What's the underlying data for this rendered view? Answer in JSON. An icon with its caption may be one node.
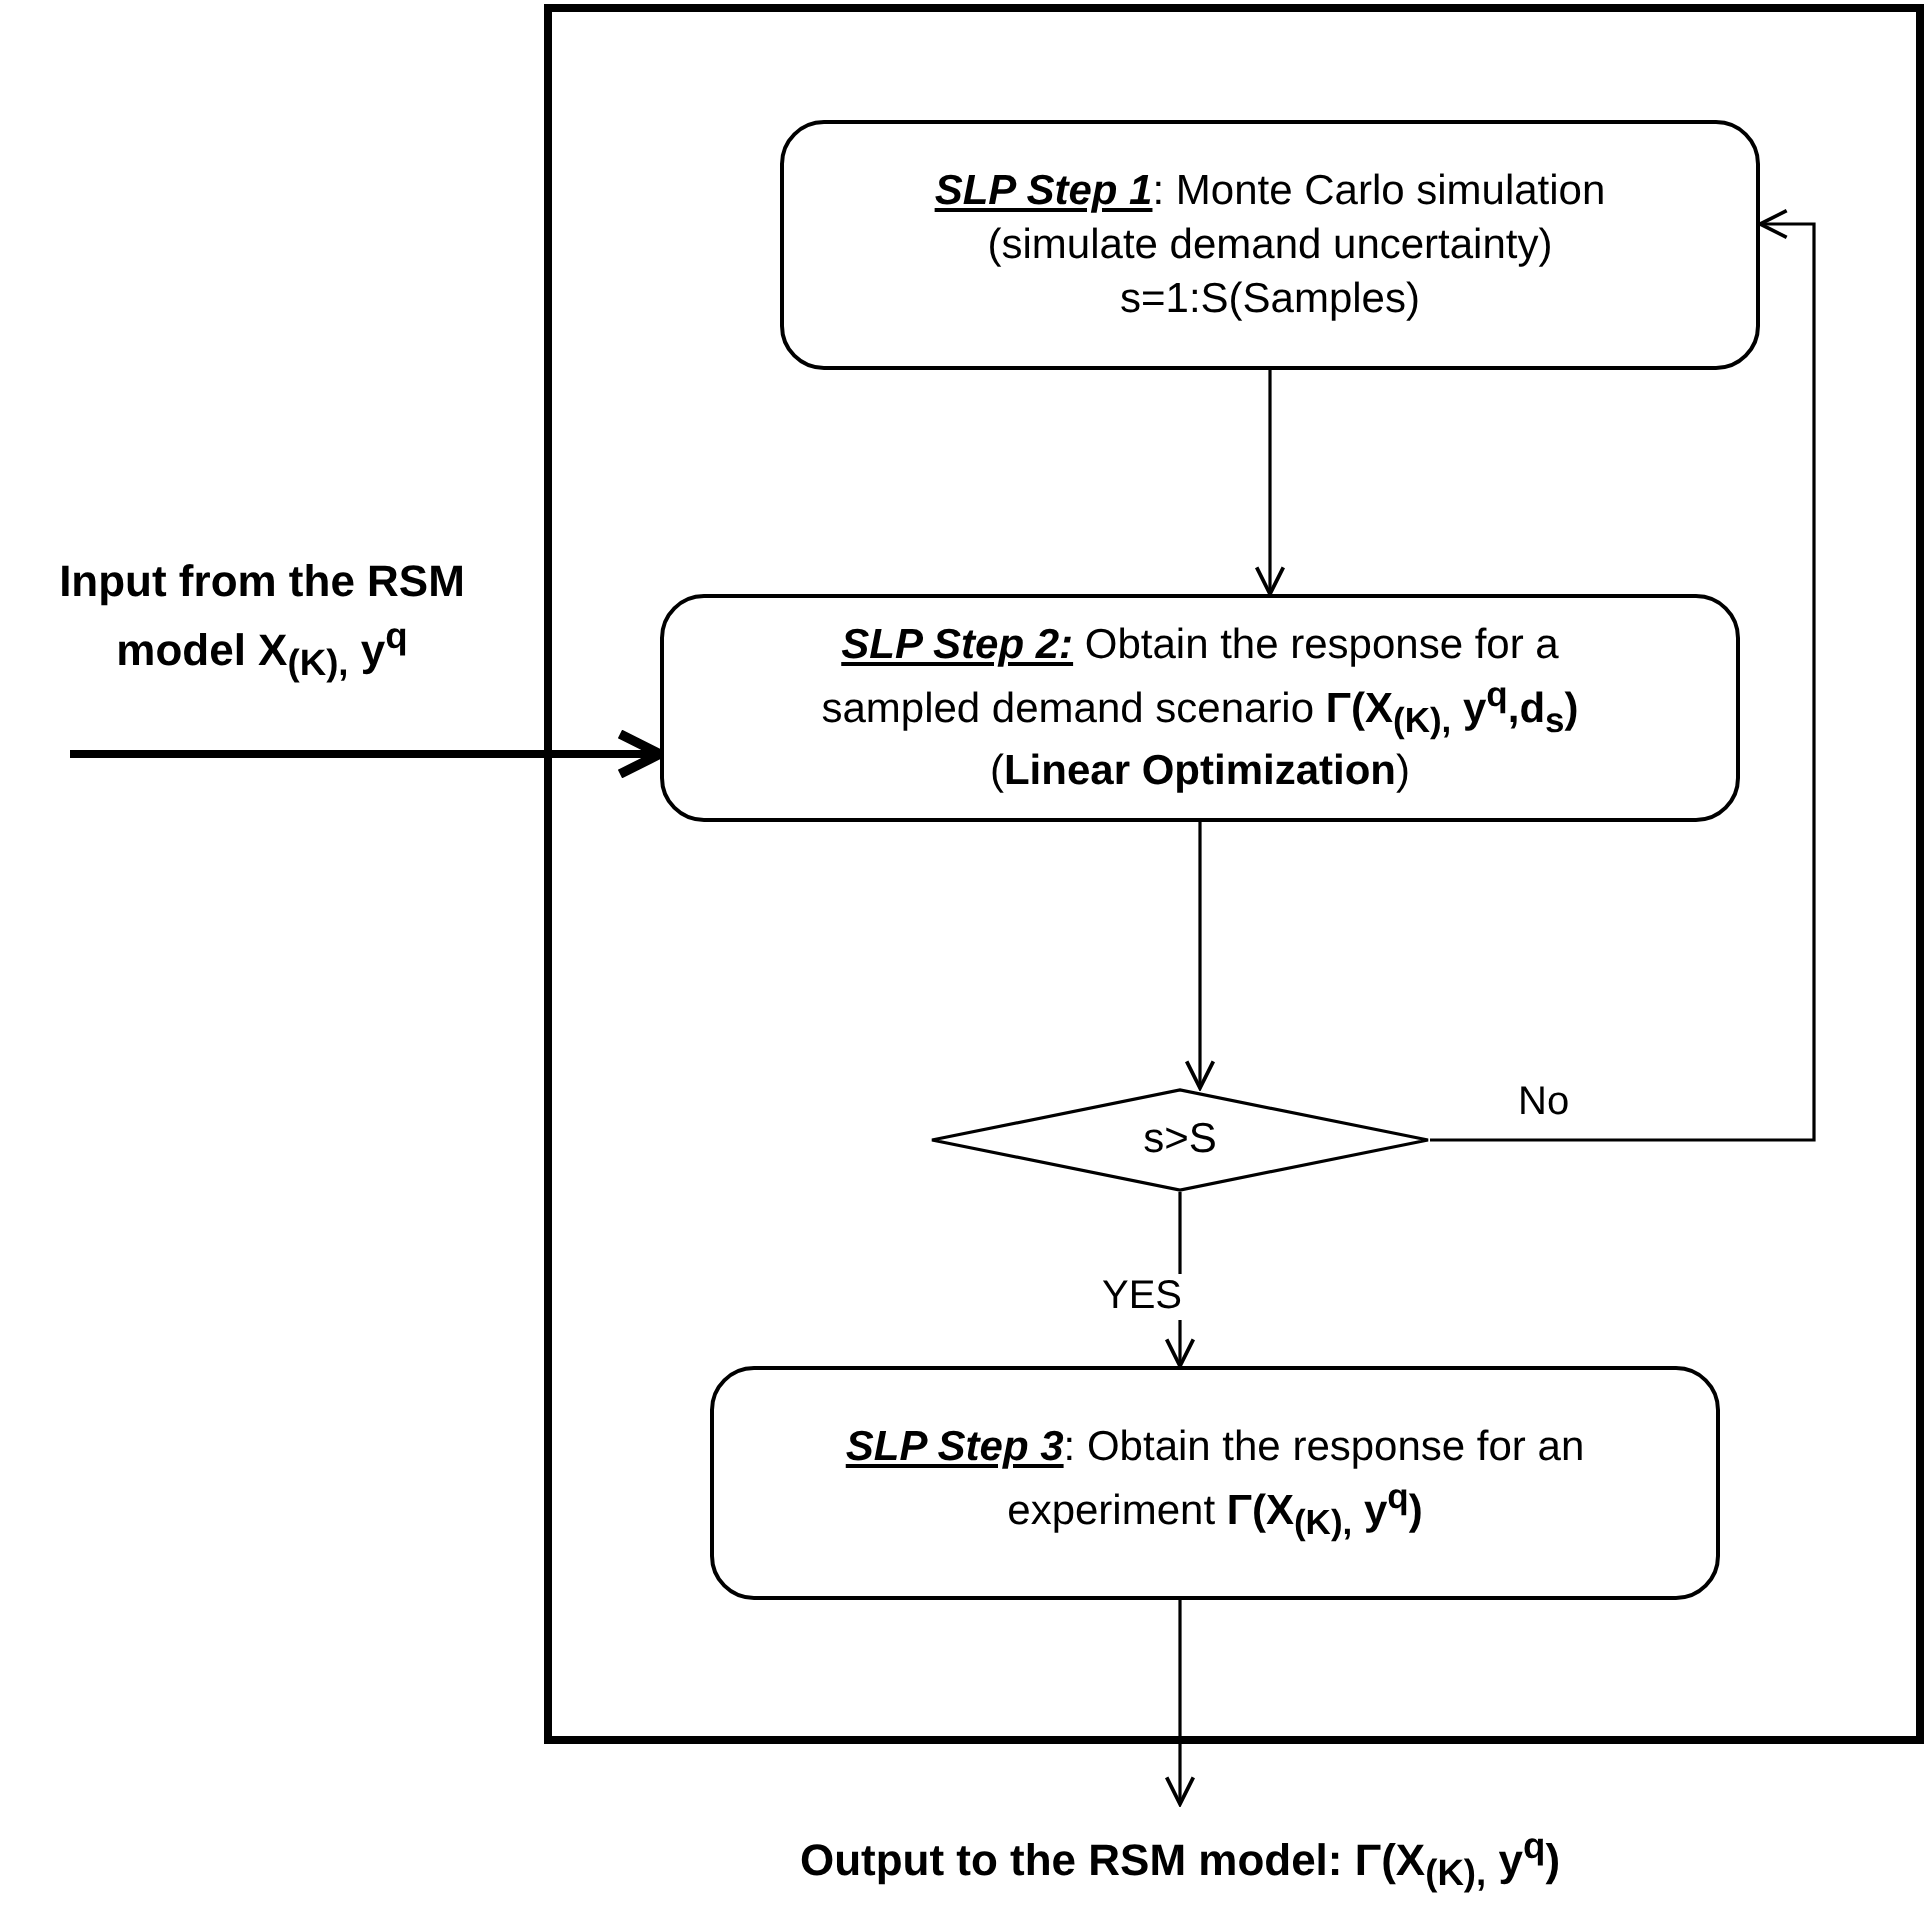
{
  "diagram": {
    "nodes": [
      {
        "text": [],
        "shape": "box"
      },
      {
        "text": [
          "**SLP Step 1**: Monte Carlo simulation (simulate demand uncertainty) s=1:S(Samples)"
        ],
        "in": 0
      },
      {
        "text": [
          "**SLP Step 2:** Obtain the response for a sampled demand scenario **Γ(X$_{(K),}$ y$^{q}$,d$_{s}$)** (**Linear Optimization**)"
        ],
        "in": 0
      },
      {
        "text": [
          "s>S"
        ],
        "in": 0
      },
      {
        "text": [
          "**SLP Step 3**: Obtain the response for an experiment **Γ(X$_{(K),}$ y$^{q}$)**"
        ],
        "in": 0
      },
      {
        "text": [
          "Input from the RSM model X$_{(K),}$ y$^{q}$"
        ]
      },
      {
        "text": [
          "Output to the RSM model: Γ(X$_{(K),}$ y$^{q}$)"
        ]
      }
    ],
    "edges": [
      {
        "from": 1,
        "to": 2,
        "arrow": "to"
      },
      {
        "from": 2,
        "to": 3,
        "arrow": "to"
      },
      {
        "from": 3,
        "to": 1,
        "arrow": "to",
        "label": "No"
      },
      {
        "from": 3,
        "to": 4,
        "arrow": "to",
        "label": "YES"
      },
      {
        "from": 5,
        "to": 2,
        "arrow": "to",
        "style": "thick"
      },
      {
        "from": 4,
        "to": 6,
        "arrow": "to"
      }
    ]
  }
}
